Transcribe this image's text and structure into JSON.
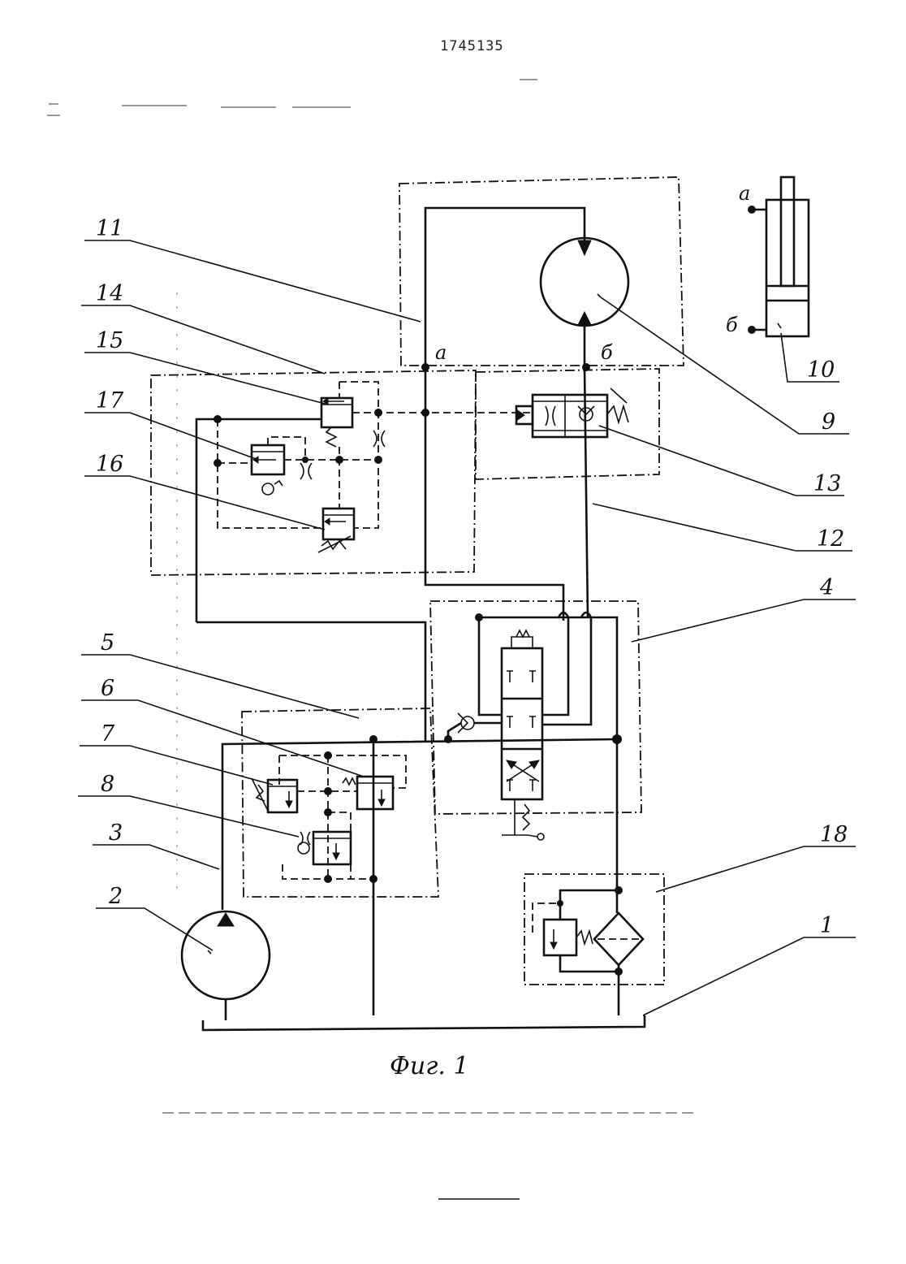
{
  "document_number": "1745135",
  "caption": "Фиг. 1",
  "ports": {
    "a_main": "а",
    "b_main": "б",
    "a_cyl": "а",
    "b_cyl": "б"
  },
  "labels": {
    "l1": "1",
    "l2": "2",
    "l3": "3",
    "l4": "4",
    "l5": "5",
    "l6": "6",
    "l7": "7",
    "l8": "8",
    "l9": "9",
    "l10": "10",
    "l11": "11",
    "l12": "12",
    "l13": "13",
    "l14": "14",
    "l15": "15",
    "l16": "16",
    "l17": "17",
    "l18": "18"
  }
}
